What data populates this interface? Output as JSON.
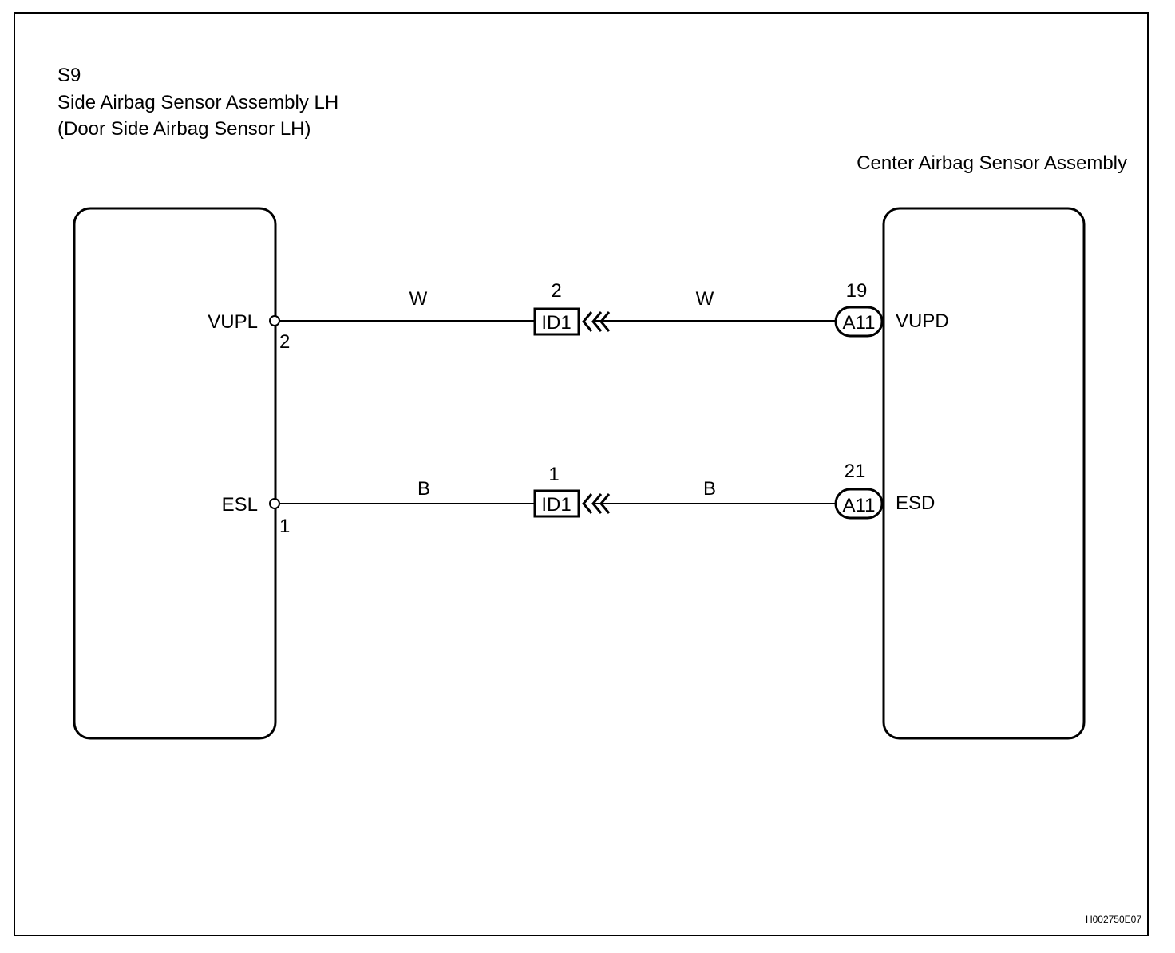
{
  "left_component": {
    "code": "S9",
    "name": "Side Airbag Sensor Assembly LH",
    "subname": "(Door Side Airbag Sensor LH)",
    "pins": [
      {
        "label": "VUPL",
        "number": "2"
      },
      {
        "label": "ESL",
        "number": "1"
      }
    ]
  },
  "right_component": {
    "name": "Center Airbag Sensor Assembly",
    "connector": "A11",
    "pins": [
      {
        "label": "VUPD",
        "number": "19"
      },
      {
        "label": "ESD",
        "number": "21"
      }
    ]
  },
  "inline_connector": {
    "name": "ID1",
    "pins": [
      "2",
      "1"
    ]
  },
  "wires": [
    {
      "left_color": "W",
      "right_color": "W"
    },
    {
      "left_color": "B",
      "right_color": "B"
    }
  ],
  "figure_id": "H002750E07"
}
